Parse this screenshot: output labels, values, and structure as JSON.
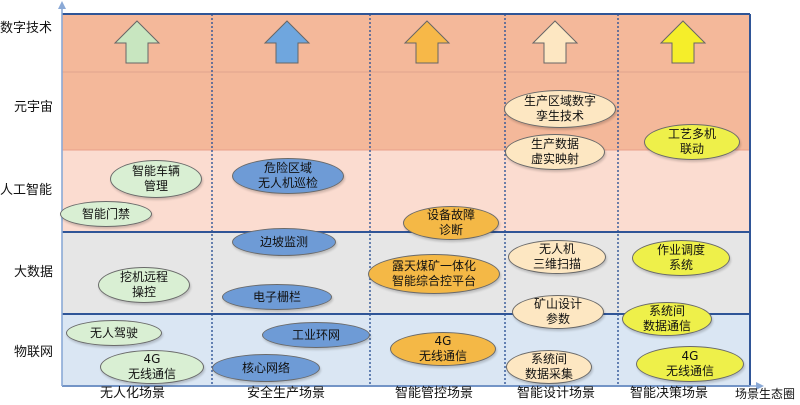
{
  "rows": [
    "数字技术",
    "元宇宙",
    "人工智能",
    "大数据",
    "物联网"
  ],
  "columns": [
    "无人化场景",
    "安全生产场景",
    "智能管控场景",
    "智能设计场景",
    "智能决策场景"
  ],
  "x_axis_name": "场景生态圈",
  "colors": {
    "row_digital": "#f4b89a",
    "row_meta": "#f4b89a",
    "row_ai": "#fbdcd0",
    "row_bigdata": "#e6e6e6",
    "row_iot": "#dae6f3",
    "arrow_green": "#c8e6c0",
    "arrow_blue": "#6fa6de",
    "arrow_orange": "#f7b848",
    "arrow_cream": "#fde7c2",
    "arrow_yellow": "#f5ee2a"
  },
  "nodes": {
    "smart_vehicle": {
      "line1": "智能车辆",
      "line2": "管理"
    },
    "smart_gate": {
      "line1": "智能门禁"
    },
    "excavator_remote": {
      "line1": "挖机远程",
      "line2": "操控"
    },
    "unmanned_driving": {
      "line1": "无人驾驶"
    },
    "wireless_4g_1": {
      "line1": "4G",
      "line2": "无线通信"
    },
    "danger_zone": {
      "line1": "危险区域",
      "line2": "无人机巡检"
    },
    "slope_monitor": {
      "line1": "边坡监测"
    },
    "e_fence": {
      "line1": "电子栅栏"
    },
    "industrial_ring": {
      "line1": "工业环网"
    },
    "core_network": {
      "line1": "核心网络"
    },
    "fault_diag": {
      "line1": "设备故障",
      "line2": "诊断"
    },
    "open_pit_platform": {
      "line1": "露天煤矿一体化",
      "line2": "智能综合控平台"
    },
    "wireless_4g_2": {
      "line1": "4G",
      "line2": "无线通信"
    },
    "digital_twin": {
      "line1": "生产区域数字",
      "line2": "孪生技术"
    },
    "data_mapping": {
      "line1": "生产数据",
      "line2": "虚实映射"
    },
    "drone_3d": {
      "line1": "无人机",
      "line2": "三维扫描"
    },
    "mine_design": {
      "line1": "矿山设计",
      "line2": "参数"
    },
    "data_collection": {
      "line1": "系统间",
      "line2": "数据采集"
    },
    "process_linkage": {
      "line1": "工艺多机",
      "line2": "联动"
    },
    "dispatch": {
      "line1": "作业调度",
      "line2": "系统"
    },
    "data_comm": {
      "line1": "系统间",
      "line2": "数据通信"
    },
    "wireless_4g_3": {
      "line1": "4G",
      "line2": "无线通信"
    }
  }
}
